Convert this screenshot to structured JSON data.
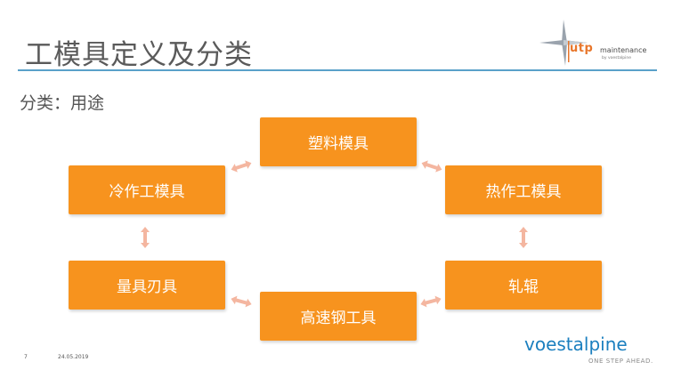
{
  "slide": {
    "title": "工模具定义及分类",
    "subtitle": "分类：用途",
    "page_number": "7",
    "date": "24.05.2019"
  },
  "diagram": {
    "nodes": {
      "plastic_mold": "塑料模具",
      "cold_work": "冷作工模具",
      "hot_work": "热作工模具",
      "measuring_cutting": "量具刃具",
      "rolls": "轧辊",
      "hss_tools": "高速钢工具"
    }
  },
  "branding": {
    "utp_name": "utp",
    "utp_sub": "maintenance",
    "utp_by": "by voestalpine",
    "company": "voestalpine",
    "tagline": "ONE STEP AHEAD."
  },
  "colors": {
    "box_fill": "#f7931e",
    "arrow_fill": "#f4b6a0",
    "title_rule": "#5aa1c9",
    "brand_blue": "#1b7fbf",
    "utp_orange": "#e8762b"
  }
}
